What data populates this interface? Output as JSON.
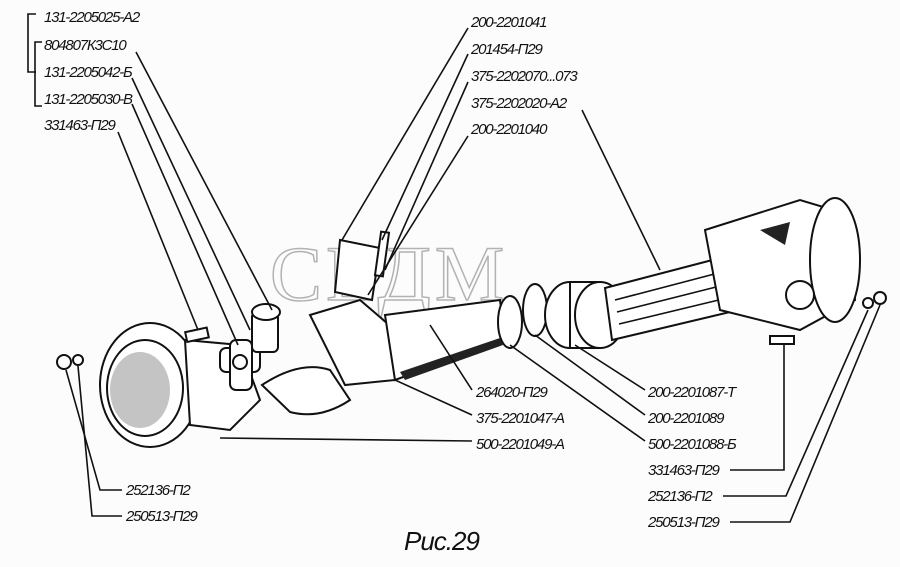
{
  "figure": {
    "caption": "Рис.29",
    "watermark": "СЕДМ",
    "labels_top_left": [
      "131-2205025-А2",
      "804807К3С10",
      "131-2205042-Б",
      "131-2205030-В",
      "331463-П29"
    ],
    "labels_top_center": [
      "200-2201041",
      "201454-П29",
      "375-2202070...073",
      "375-2202020-А2",
      "200-2201040"
    ],
    "labels_bottom_center": [
      "264020-П29",
      "375-2201047-А",
      "500-2201049-А"
    ],
    "labels_bottom_right": [
      "200-2201087-Т",
      "200-2201089",
      "500-2201088-Б",
      "331463-П29",
      "252136-П2",
      "250513-П29"
    ],
    "labels_bottom_left": [
      "252136-П2",
      "250513-П29"
    ]
  }
}
